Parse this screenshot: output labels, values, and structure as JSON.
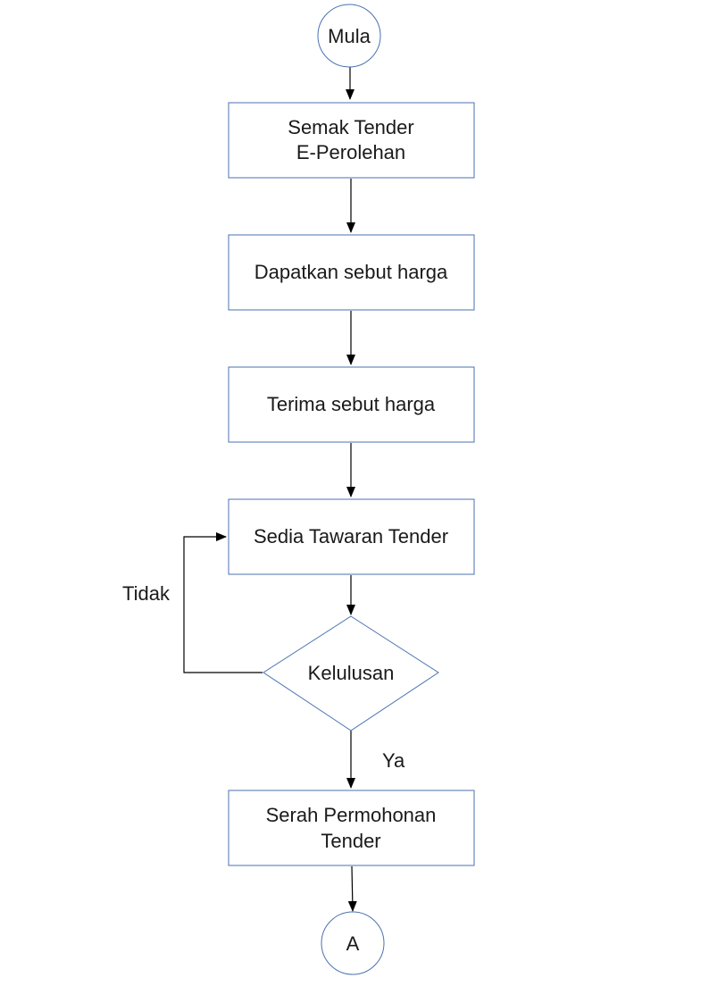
{
  "flowchart": {
    "nodes": {
      "start": {
        "label": "Mula"
      },
      "semak": {
        "line1": "Semak Tender",
        "line2": "E-Perolehan"
      },
      "dapatkan": {
        "label": "Dapatkan sebut harga"
      },
      "terima": {
        "label": "Terima sebut harga"
      },
      "sedia": {
        "label": "Sedia Tawaran Tender"
      },
      "kelulusan": {
        "label": "Kelulusan"
      },
      "serah": {
        "line1": "Serah Permohonan",
        "line2": "Tender"
      },
      "end": {
        "label": "A"
      }
    },
    "edge_labels": {
      "no": "Tidak",
      "yes": "Ya"
    },
    "colors": {
      "shape_border": "#4a72b0",
      "connector": "#000000",
      "text": "#1a1a1a"
    }
  }
}
